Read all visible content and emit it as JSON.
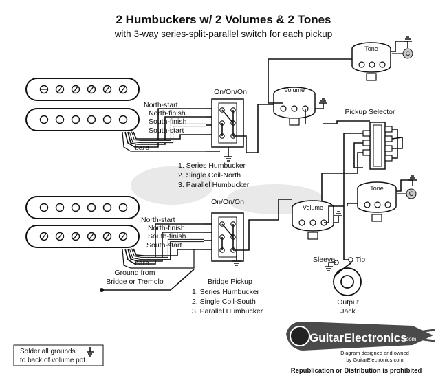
{
  "title": "2 Humbuckers w/ 2 Volumes & 2 Tones",
  "subtitle": "with 3-way series-split-parallel switch for each pickup",
  "neck_section": {
    "switch_label": "On/On/On",
    "wires": [
      "North-start",
      "North-finish",
      "South-finish",
      "South-start",
      "bare"
    ],
    "positions": [
      "1. Series Humbucker",
      "2. Single Coil-North",
      "3. Parallel Humbucker"
    ]
  },
  "bridge_section": {
    "switch_label": "On/On/On",
    "wires": [
      "North-start",
      "North-finish",
      "South-finish",
      "South-start",
      "bare"
    ],
    "caption": "Bridge Pickup",
    "positions": [
      "1. Series Humbucker",
      "2. Single Coil-South",
      "3. Parallel Humbucker"
    ]
  },
  "controls": {
    "neck_volume": "Volume",
    "neck_tone": "Tone",
    "bridge_volume": "Volume",
    "bridge_tone": "Tone",
    "capacitor_mark": "C",
    "pickup_selector": "Pickup Selector"
  },
  "ground": {
    "line1": "Ground from",
    "line2": "Bridge or Tremolo"
  },
  "jack": {
    "sleeve": "Sleeve",
    "tip": "Tip",
    "label1": "Output",
    "label2": "Jack"
  },
  "note": {
    "line1": "Solder all grounds",
    "line2": "to back of volume pot"
  },
  "logo": {
    "brand": "GuitarElectronics",
    "domain": ".com",
    "credit1": "Diagram designed and owned",
    "credit2": "by GuitarElectronics.com",
    "notice": "Republication or Distribution is prohibited"
  },
  "colors": {
    "ink": "#111111",
    "paper": "#ffffff",
    "watermark": "#e9e9e9",
    "capacitor": "#c8c8c8"
  }
}
